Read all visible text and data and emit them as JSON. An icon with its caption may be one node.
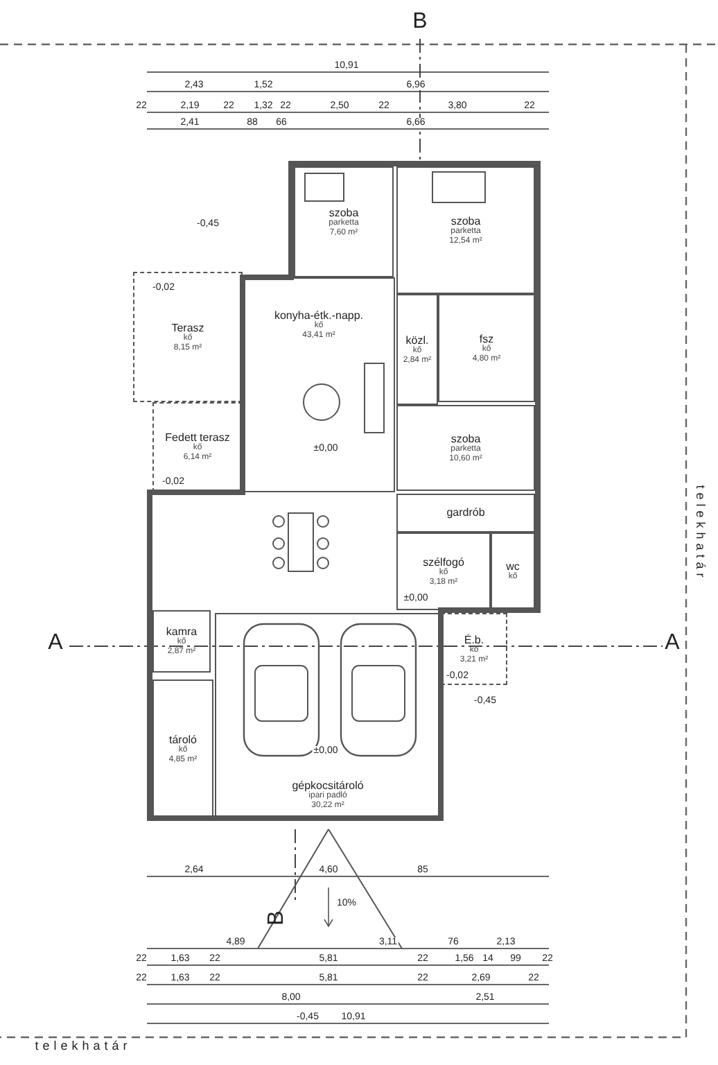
{
  "diagram": {
    "nodes": [
      {
        "text": [
          "szoba",
          "parketta",
          "7,60 m²"
        ]
      },
      {
        "text": [
          "szoba",
          "parketta",
          "12,54 m²"
        ]
      },
      {
        "text": [
          "Terasz",
          "kő",
          "8,15 m²"
        ]
      },
      {
        "text": [
          "közl.",
          "kő",
          "2,84 m²"
        ]
      },
      {
        "text": [
          "fsz",
          "kő",
          "4,80 m²"
        ]
      },
      {
        "text": [
          "szoba",
          "parketta",
          "10,60 m²"
        ]
      },
      {
        "text": [
          "Fedett terasz",
          "kő",
          "6,14 m²"
        ]
      },
      {
        "text": [
          "konyha-étk.-napp.",
          "kő",
          "43,41 m²"
        ]
      },
      {
        "text": [
          "gardrób"
        ]
      },
      {
        "text": [
          "kamra",
          "kő",
          "2,87 m²"
        ]
      },
      {
        "text": [
          "szélfogó",
          "kő",
          "3,18 m²"
        ]
      },
      {
        "text": [
          "wc",
          "kő"
        ]
      },
      {
        "text": [
          "É.b.",
          "kő",
          "3,21 m²"
        ]
      },
      {
        "text": [
          "gépkocsitároló",
          "ipari padló",
          "30,22 m²"
        ]
      },
      {
        "text": [
          "tároló",
          "kő",
          "4,85 m²"
        ]
      }
    ],
    "edges": [],
    "labels": [
      "B",
      "10,91",
      "2,43",
      "1,52",
      "6,96",
      "22",
      "2,19",
      "22",
      "1,32",
      "22",
      "2,50",
      "22",
      "3,80",
      "22",
      "2,41",
      "88",
      "66",
      "6,66",
      "-0,45",
      "-0,02",
      "±0,00",
      "-0,02",
      "A",
      "±0,00",
      "-0,02",
      "A",
      "-0,45",
      "telekhatár",
      "±0,00",
      "2,64",
      "4,60",
      "85",
      "B",
      "10%",
      "4,89",
      "3,11",
      "76",
      "2,13",
      "22",
      "1,63",
      "22",
      "5,81",
      "22",
      "1,56",
      "14",
      "99",
      "22",
      "22",
      "1,63",
      "22",
      "5,81",
      "22",
      "2,69",
      "22",
      "8,00",
      "2,51",
      "-0,45",
      "10,91",
      "telekhatár"
    ]
  }
}
